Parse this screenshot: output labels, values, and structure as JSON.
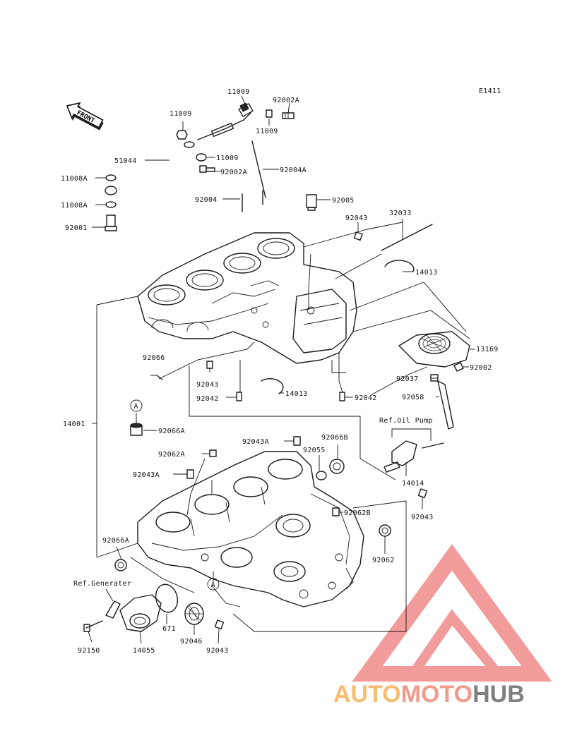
{
  "diagram_code": "E1411",
  "front_label": "FRONT",
  "labels": {
    "l11009_top": "11009",
    "l92002A_top": "92002A",
    "l11009_a": "11009",
    "l11009_b": "11009",
    "l51044": "51044",
    "l11009_c": "11009",
    "l92002A_mid": "92002A",
    "l92004A": "92004A",
    "l11008A_a": "11008A",
    "l11008A_b": "11008A",
    "l92001": "92001",
    "l92004": "92004",
    "l92005": "92005",
    "l92043_top": "92043",
    "l32033": "32033",
    "l14013_r": "14013",
    "l13169": "13169",
    "l92066": "92066",
    "l92037": "92037",
    "l92002": "92002",
    "l92043_mid": "92043",
    "l92042_l": "92042",
    "l14013_mid": "14013",
    "l92042_r": "92042",
    "l92058": "92058",
    "l14001": "14001",
    "l92066A": "92066A",
    "l92043A_top": "92043A",
    "l92066B": "92066B",
    "l92055": "92055",
    "ref_oil_pump": "Ref.Oil Pump",
    "l92062A": "92062A",
    "l92043A_l": "92043A",
    "l14014": "14014",
    "l92062B": "92062B",
    "l92043_r": "92043",
    "l92066A_l": "92066A",
    "l92062": "92062",
    "ref_generator": "Ref.Generater",
    "l671": "671",
    "l92150": "92150",
    "l14055": "14055",
    "l92046": "92046",
    "l92043_bot": "92043",
    "callout_a_top": "A",
    "callout_a_bot": "A"
  },
  "watermark": {
    "text_auto": "AUTO",
    "text_moto": "MOTO",
    "text_hub": "HUB",
    "colors": {
      "auto": "#f5b25a",
      "moto": "#ef8a78",
      "hub": "#6b6b6b",
      "triangle": "#f08a8a"
    }
  }
}
